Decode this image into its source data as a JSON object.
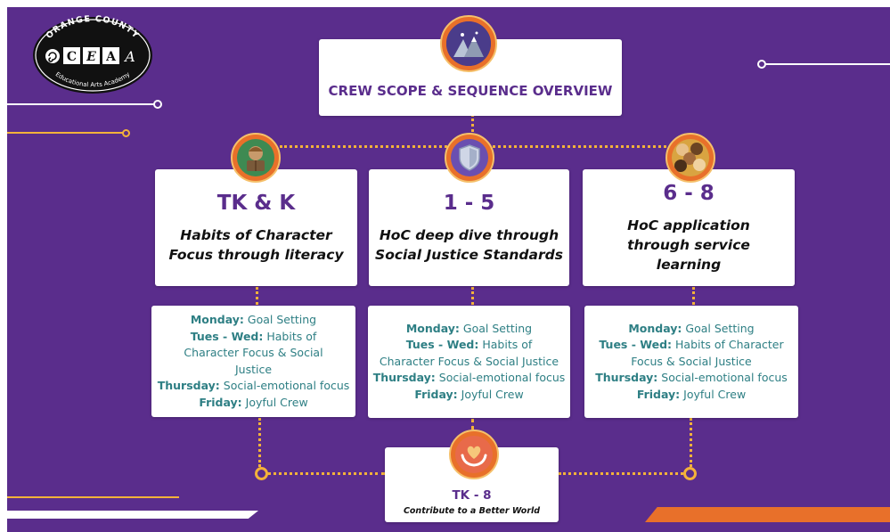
{
  "logo": {
    "arc_text": "ORANGE COUNTY",
    "letters": [
      "C",
      "E",
      "A"
    ],
    "script_letter": "A",
    "bottom_text": "Educational Arts Academy"
  },
  "header": {
    "title": "CREW SCOPE & SEQUENCE OVERVIEW",
    "icon": "mountains-icon"
  },
  "columns": [
    {
      "grade": "TK & K",
      "focus": "Habits of Character Focus through literacy",
      "icon": "reading-child-icon",
      "schedule": [
        {
          "day": "Monday:",
          "text": "Goal Setting"
        },
        {
          "day": "Tues - Wed:",
          "text": "Habits of Character Focus & Social Justice"
        },
        {
          "day": "Thursday:",
          "text": "Social-emotional focus"
        },
        {
          "day": "Friday:",
          "text": "Joyful Crew"
        }
      ]
    },
    {
      "grade": "1 - 5",
      "focus": "HoC deep dive through Social Justice Standards",
      "icon": "shield-icon",
      "schedule": [
        {
          "day": "Monday:",
          "text": "Goal Setting"
        },
        {
          "day": "Tues - Wed:",
          "text": "Habits of Character Focus & Social Justice"
        },
        {
          "day": "Thursday:",
          "text": "Social-emotional focus"
        },
        {
          "day": "Friday:",
          "text": "Joyful Crew"
        }
      ]
    },
    {
      "grade": "6 - 8",
      "focus": "HoC application through service learning",
      "icon": "community-hands-icon",
      "schedule": [
        {
          "day": "Monday:",
          "text": "Goal Setting"
        },
        {
          "day": "Tues - Wed:",
          "text": "Habits of Character Focus & Social Justice"
        },
        {
          "day": "Thursday:",
          "text": "Social-emotional focus"
        },
        {
          "day": "Friday:",
          "text": "Joyful Crew"
        }
      ]
    }
  ],
  "bottom": {
    "grade": "TK - 8",
    "focus": "Contribute to a Better World",
    "icon": "heart-hands-icon"
  },
  "colors": {
    "background": "#5a2d8c",
    "accent_orange": "#e8702a",
    "connector": "#f4b23a",
    "schedule_text": "#2e7f84"
  }
}
